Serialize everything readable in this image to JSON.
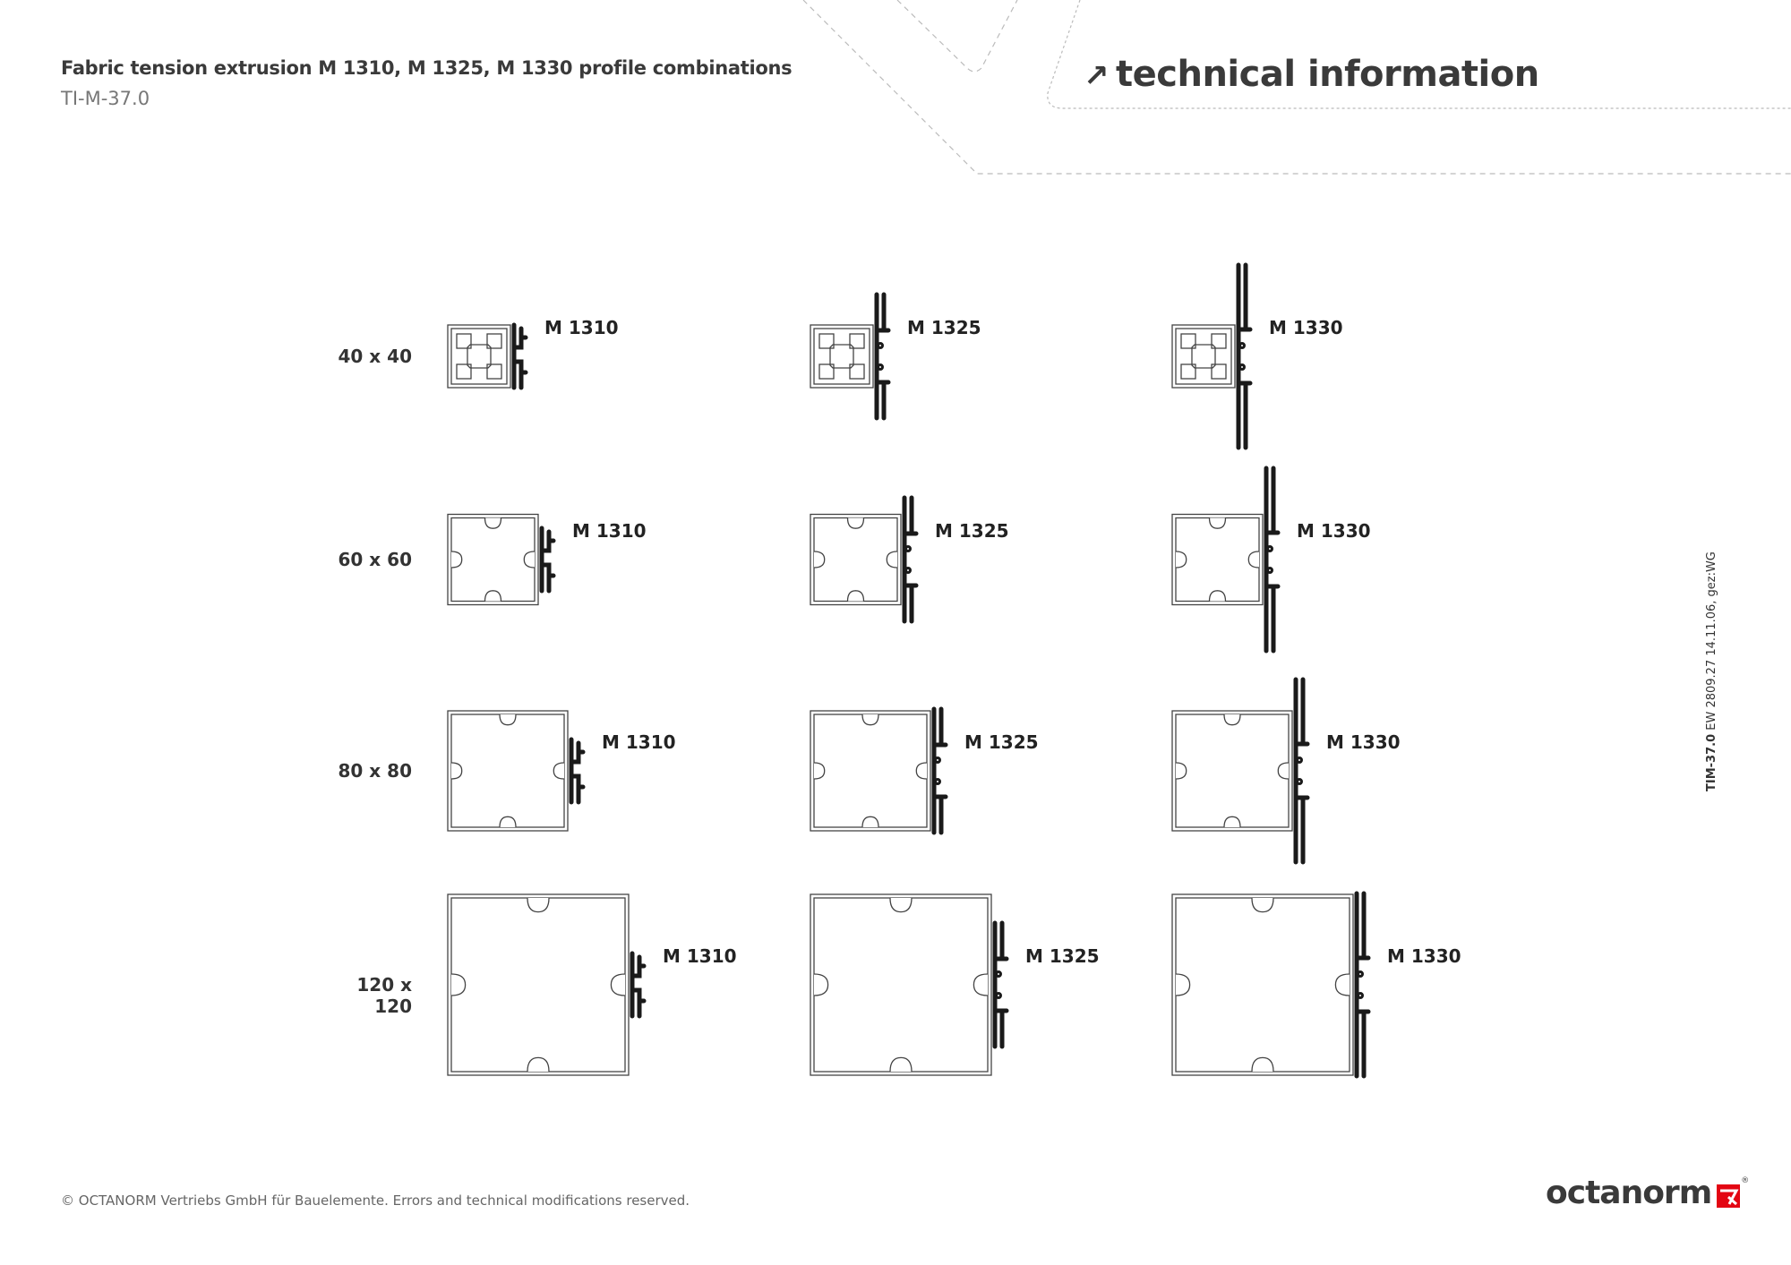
{
  "header": {
    "title": "Fabric tension extrusion M 1310, M 1325, M 1330 profile combinations",
    "doc_id": "TI-M-37.0",
    "section_icon": "arrow-up-right-icon",
    "section_title": "technical information"
  },
  "sizes": [
    "40 x 40",
    "60 x 60",
    "80 x 80",
    "120 x 120"
  ],
  "extrusions": [
    "M 1310",
    "M 1325",
    "M 1330"
  ],
  "side_note": {
    "bold": "TIM-37.0",
    "text": " EW 2809.27 14.11.06, gez:WG"
  },
  "footer": {
    "copyright": "© OCTANORM Vertriebs GmbH für Bauelemente. Errors and technical modifications reserved.",
    "logo_text": "octanorm",
    "logo_reg": "®"
  },
  "colors": {
    "brand_red": "#e30613",
    "text": "#3a3a3a"
  }
}
